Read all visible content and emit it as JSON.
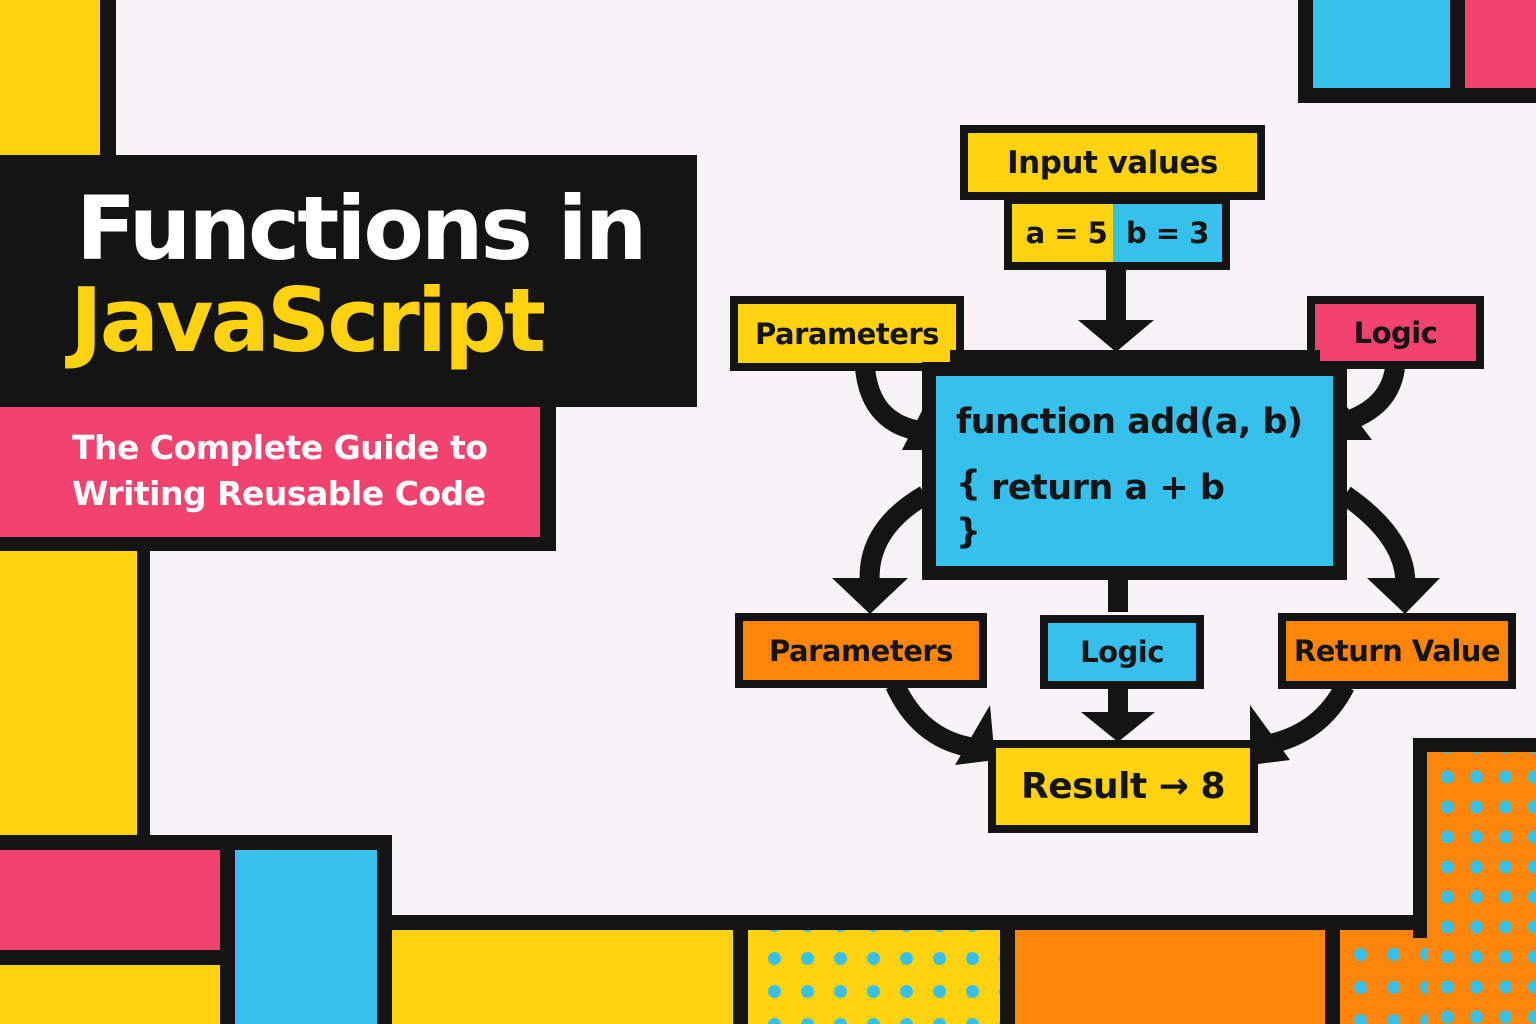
{
  "title": {
    "line1": "Functions in",
    "line2": "JavaScript"
  },
  "subtitle": {
    "line1": "The Complete Guide to",
    "line2": "Writing Reusable Code"
  },
  "diagram": {
    "input_label": "Input values",
    "input_a": "a = 5",
    "input_b": "b = 3",
    "top_left_label": "Parameters",
    "top_right_label": "Logic",
    "code_line1": "function add(a, b)",
    "code_open": "{",
    "code_line2": "return a + b",
    "code_close": "}",
    "bottom_left_label": "Parameters",
    "bottom_mid_label": "Logic",
    "bottom_right_label": "Return Value",
    "result_label": "Result → 8"
  },
  "colors": {
    "yellow": "#fdd20f",
    "pink": "#f2436f",
    "blue": "#36c1ec",
    "orange": "#fd8608",
    "black": "#141414",
    "background": "#f7f3f7"
  }
}
